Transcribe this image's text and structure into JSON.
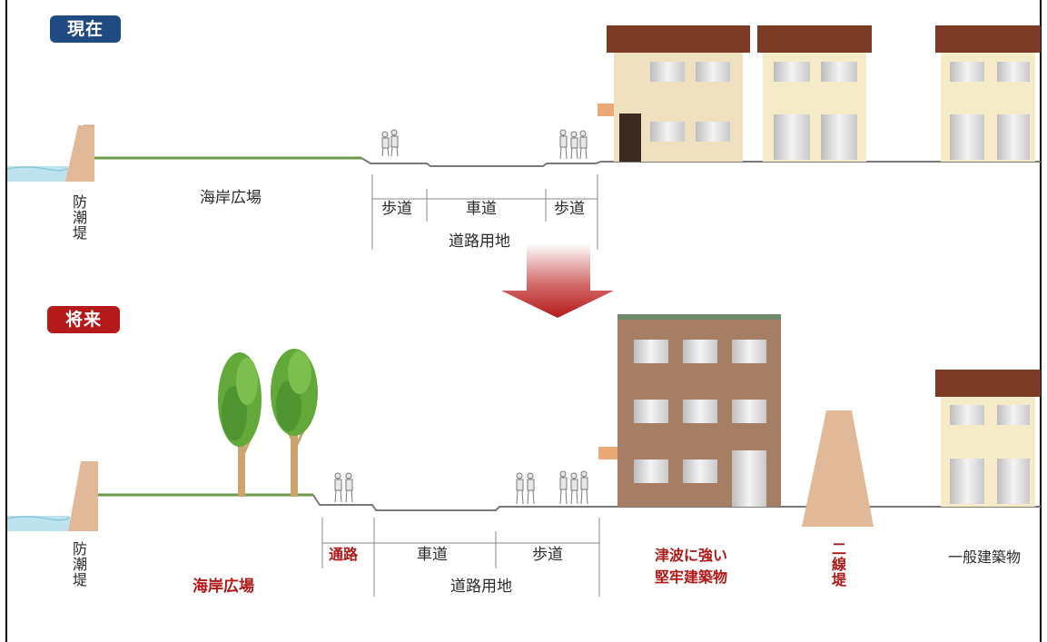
{
  "badges": {
    "current": {
      "label": "現在",
      "color": "#1f4a82"
    },
    "future": {
      "label": "将来",
      "color": "#b51a1a"
    }
  },
  "labels": {
    "seawall": "防潮堤",
    "beach_plaza": "海岸広場",
    "sidewalk": "歩道",
    "roadway": "車道",
    "road_land": "道路用地",
    "passage": "通路",
    "tsunami_building_line1": "津波に強い",
    "tsunami_building_line2": "堅牢建築物",
    "second_levee": "二線堤",
    "general_building": "一般建築物"
  },
  "colors": {
    "accent_red": "#b01818",
    "ground_line": "#7a7a7a",
    "grass": "#6d9a4a",
    "seawall_fill": "#e2b998",
    "water": "#bfe3ee",
    "house_wall": "#f6ebc9",
    "roof": "#7a3a24",
    "sturdy_building": "#a67e66",
    "tree_green": "#62a93a"
  }
}
